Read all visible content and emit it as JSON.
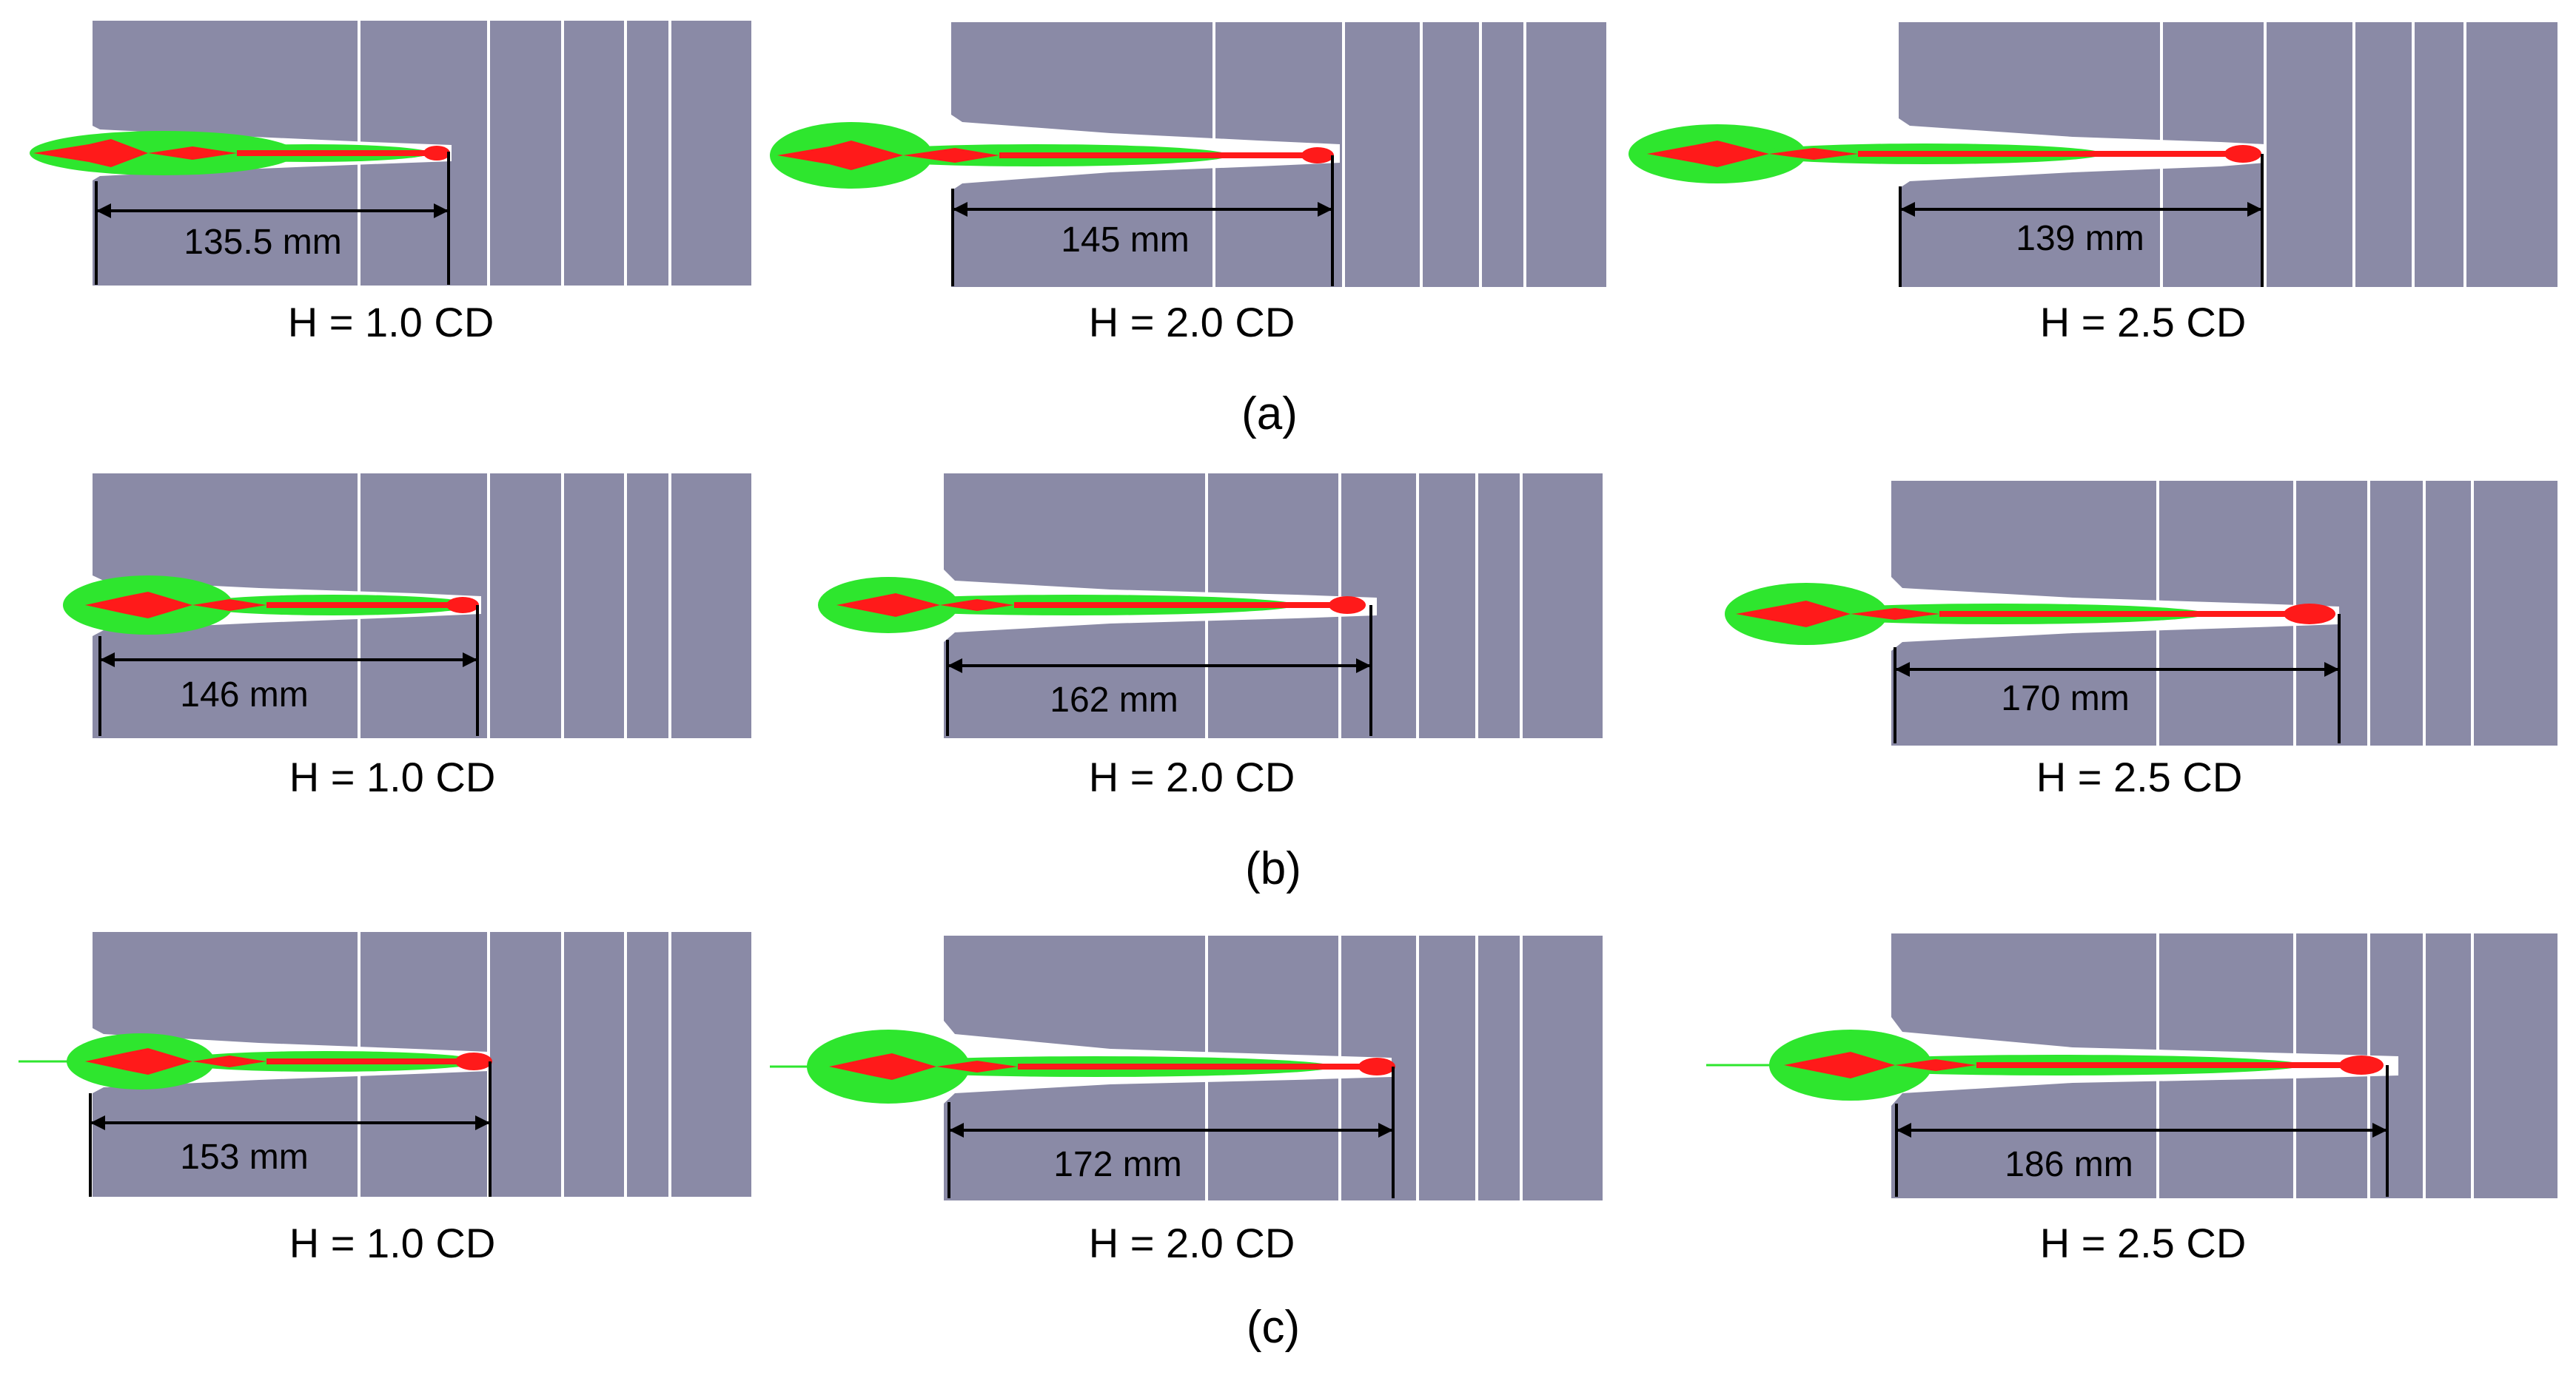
{
  "figure": {
    "rows": [
      {
        "caption": "(a)",
        "panels": [
          {
            "measure": "135.5 mm",
            "height_label": "H = 1.0 CD"
          },
          {
            "measure": "145 mm",
            "height_label": "H = 2.0 CD"
          },
          {
            "measure": "139 mm",
            "height_label": "H = 2.5 CD"
          }
        ]
      },
      {
        "caption": "(b)",
        "panels": [
          {
            "measure": "146 mm",
            "height_label": "H = 1.0 CD"
          },
          {
            "measure": "162 mm",
            "height_label": "H = 2.0 CD"
          },
          {
            "measure": "170 mm",
            "height_label": "H = 2.5 CD"
          }
        ]
      },
      {
        "caption": "(c)",
        "panels": [
          {
            "measure": "153 mm",
            "height_label": "H = 1.0 CD"
          },
          {
            "measure": "172 mm",
            "height_label": "H = 2.0 CD"
          },
          {
            "measure": "186 mm",
            "height_label": "H = 2.5 CD"
          }
        ]
      }
    ],
    "colors": {
      "target": "#8a8aa6",
      "cavity": "#ffffff",
      "jet_outer": "#2ee62e",
      "jet_core": "#ff1a1a",
      "dimension_line": "#000000",
      "plate_seam": "#ffffff"
    }
  }
}
